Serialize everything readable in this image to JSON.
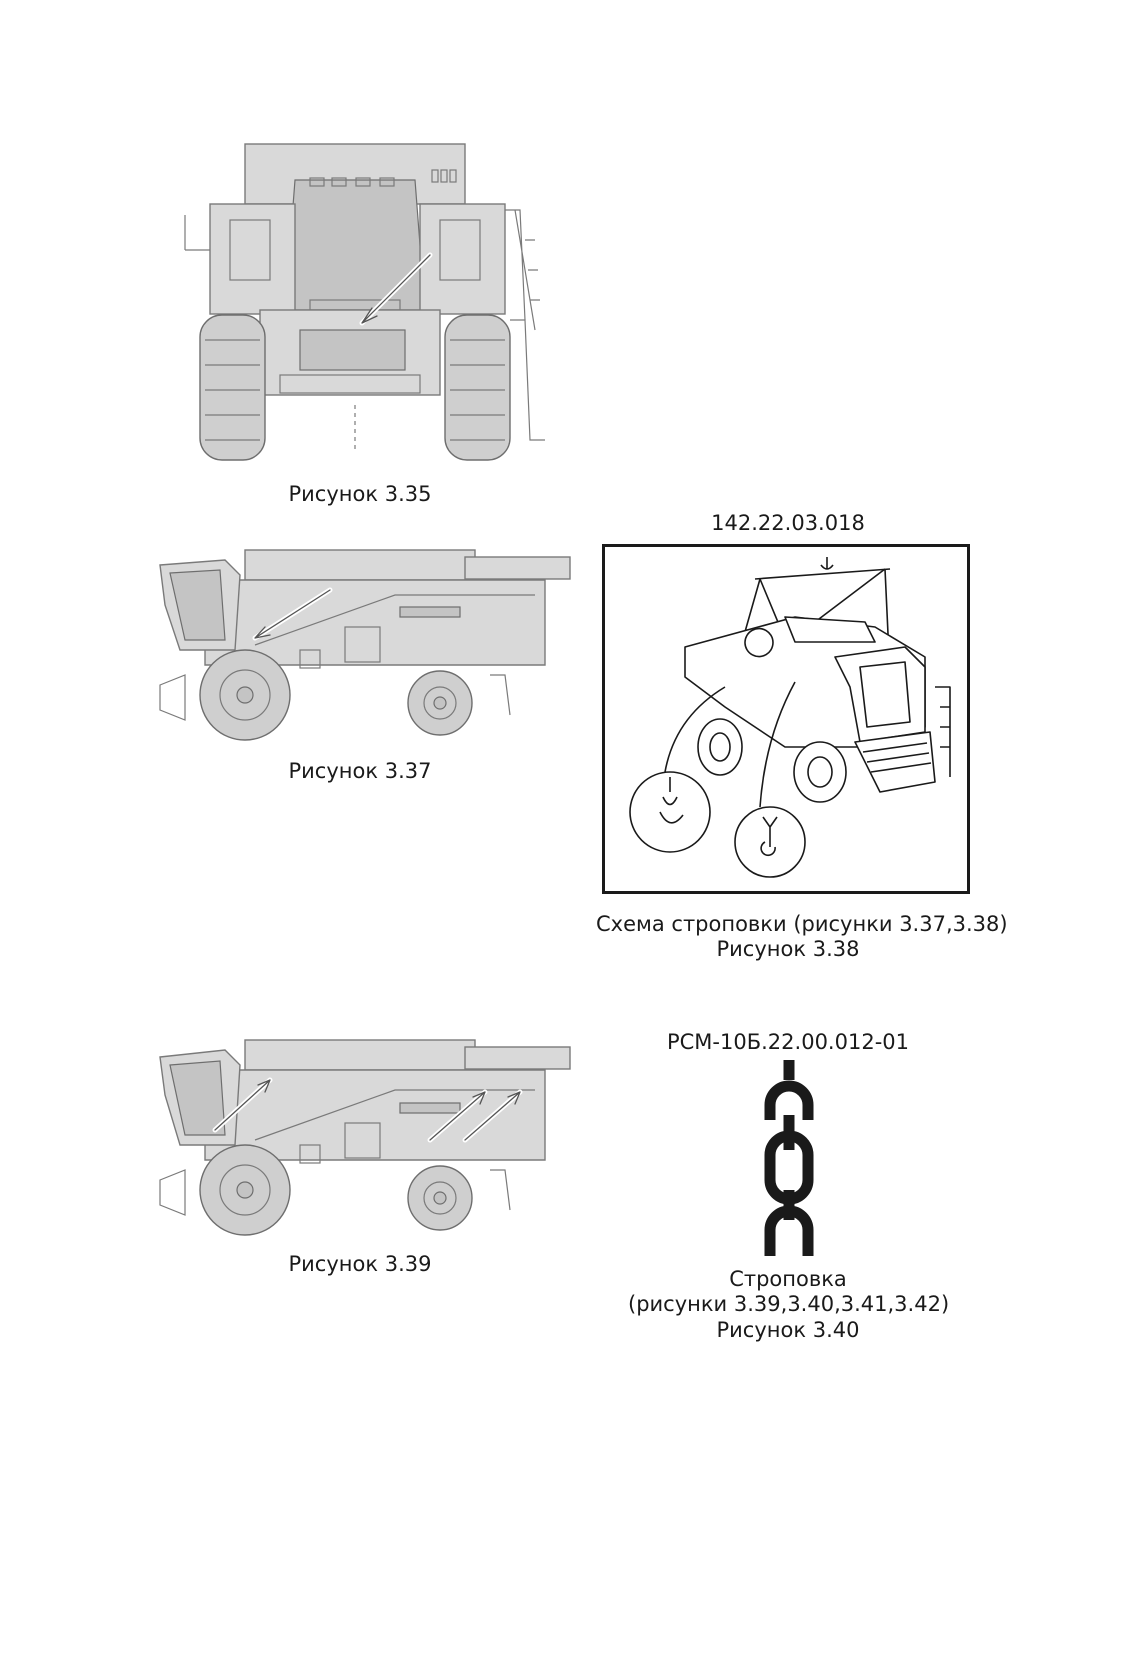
{
  "figures": {
    "fig335": {
      "caption": "Рисунок 3.35"
    },
    "fig337": {
      "caption": "Рисунок 3.37"
    },
    "fig338": {
      "part_number": "142.22.03.018",
      "caption_line1": "Схема строповки (рисунки 3.37,3.38)",
      "caption_line2": "Рисунок 3.38"
    },
    "fig339": {
      "caption": "Рисунок 3.39"
    },
    "fig340": {
      "part_number": "РСМ-10Б.22.00.012-01",
      "caption_line1": "Строповка",
      "caption_line2": "(рисунки 3.39,3.40,3.41,3.42)",
      "caption_line3": "Рисунок 3.40"
    }
  },
  "icons": {
    "chain": "chain-icon"
  }
}
